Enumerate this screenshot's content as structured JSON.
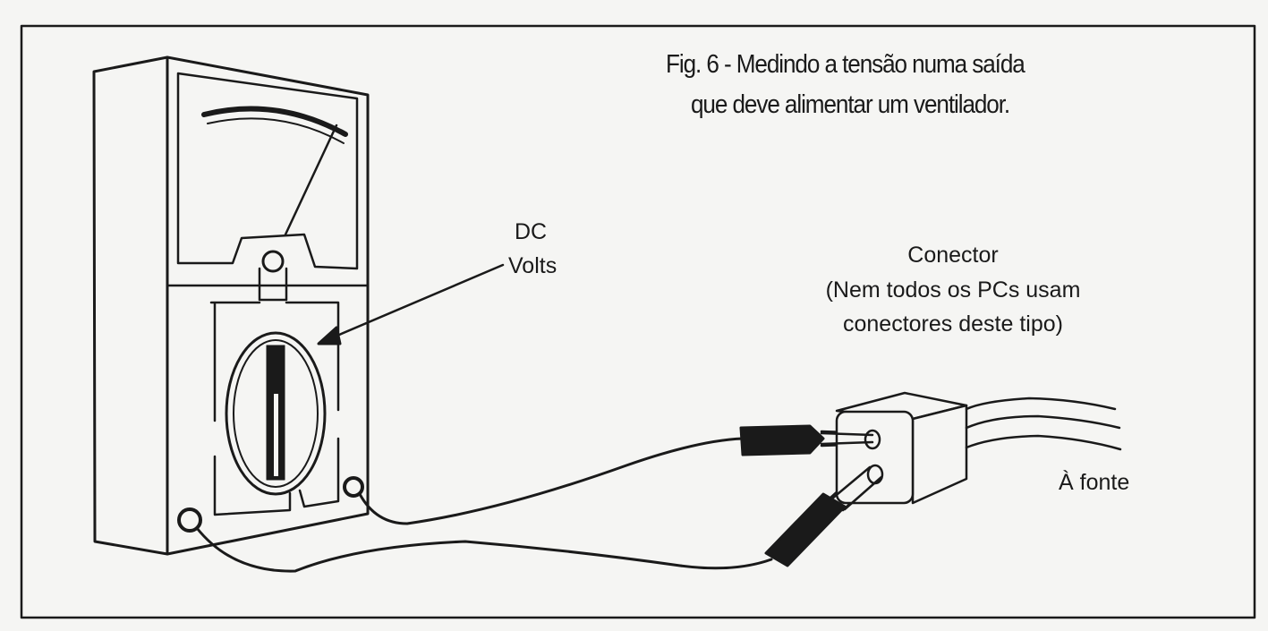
{
  "figure": {
    "caption_line1": "Fig. 6 - Medindo a tensão numa saída",
    "caption_line2": "que deve alimentar um ventilador.",
    "label_dc": "DC",
    "label_volts": "Volts",
    "connector_title": "Conector",
    "connector_note_line1": "(Nem todos os PCs usam",
    "connector_note_line2": "conectores deste tipo)",
    "label_source": "À fonte"
  },
  "colors": {
    "ink": "#1a1a1a",
    "paper": "#f5f5f3"
  }
}
